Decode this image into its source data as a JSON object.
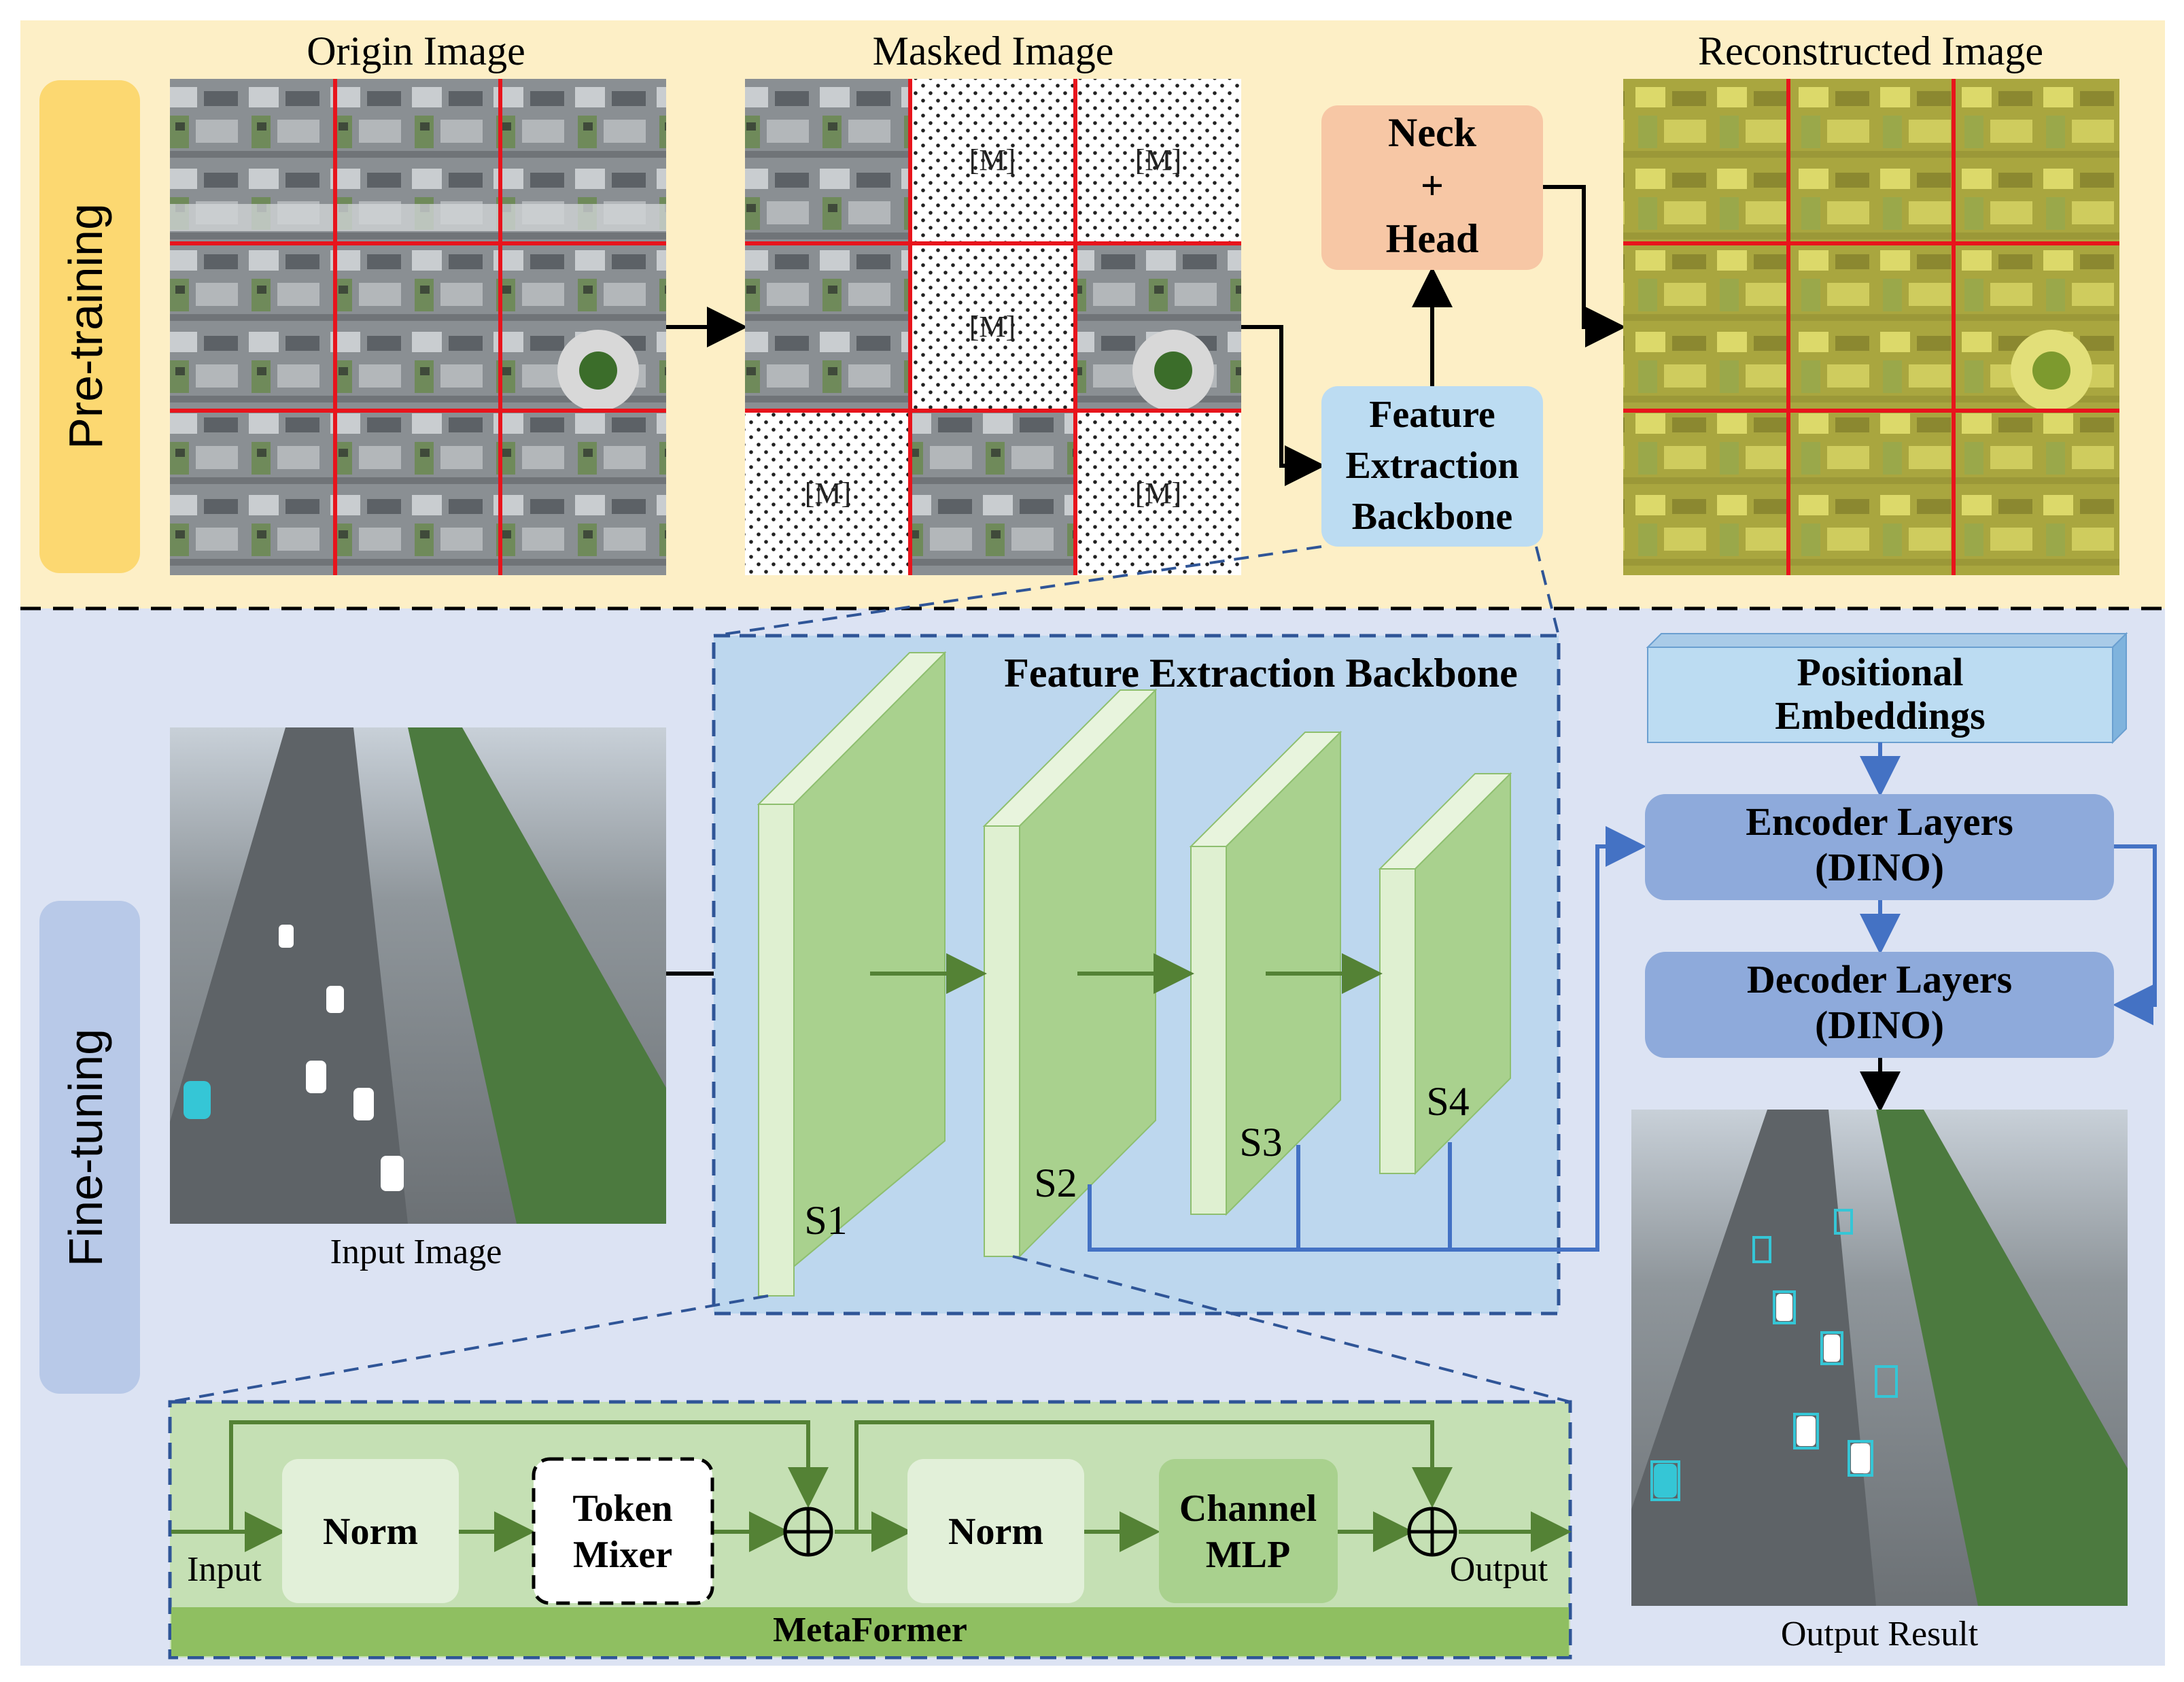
{
  "pretraining": {
    "section_label": "Pre-training",
    "origin_title": "Origin Image",
    "masked_title": "Masked Image",
    "reconstructed_title": "Reconstructed Image",
    "mask_token": "[M]",
    "neck_line1": "Neck",
    "neck_line2": "+",
    "neck_line3": "Head",
    "backbone_line1": "Feature",
    "backbone_line2": "Extraction",
    "backbone_line3": "Backbone"
  },
  "finetuning": {
    "section_label": "Fine-tuning",
    "input_caption": "Input Image",
    "backbone_title": "Feature Extraction Backbone",
    "stages": [
      "S1",
      "S2",
      "S3",
      "S4"
    ],
    "pos_line1": "Positional",
    "pos_line2": "Embeddings",
    "encoder_line1": "Encoder Layers",
    "encoder_line2": "(DINO)",
    "decoder_line1": "Decoder Layers",
    "decoder_line2": "(DINO)",
    "output_caption": "Output Result"
  },
  "metaformer": {
    "title": "MetaFormer",
    "input_label": "Input",
    "output_label": "Output",
    "norm1": "Norm",
    "token_line1": "Token",
    "token_line2": "Mixer",
    "norm2": "Norm",
    "channel_line1": "Channel",
    "channel_line2": "MLP"
  },
  "colors": {
    "pretrain_bg": "#fdefc6",
    "finetune_bg": "#dce3f3",
    "pretrain_label": "#fcd871",
    "finetune_label": "#b8c9e8",
    "grid_red": "#e8141c",
    "neck_fill": "#f7c7a5",
    "backbone_fill": "#bcdcf2",
    "stage_front": "#a9d18e",
    "stage_side": "#dff0d1",
    "metaformer_bg": "#c5e0b4",
    "metaformer_bar": "#8fbf61",
    "encoder_fill": "#8eaadb",
    "dashed_blue": "#2f5597",
    "green_arrow": "#548235",
    "blue_line": "#4472c4"
  }
}
